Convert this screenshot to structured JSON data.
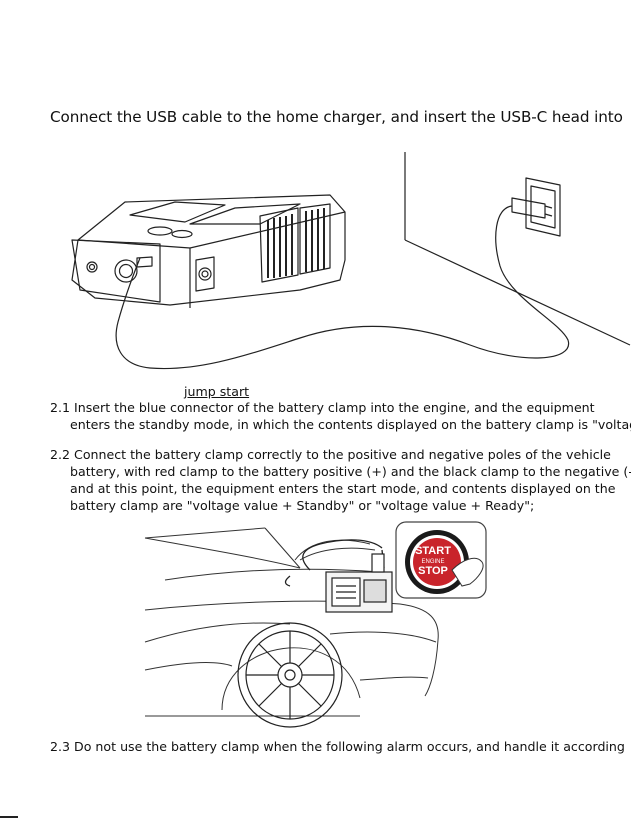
{
  "intro": "Connect the USB cable to the home charger, and insert the USB-C head into",
  "caption": "jump start",
  "step_2_1": {
    "lines": [
      "2.1 Insert the blue connector of the battery clamp into the engine, and the equipment",
      "enters the standby mode, in which the contents displayed on the battery clamp is \"voltage"
    ]
  },
  "step_2_2": {
    "lines": [
      "2.2 Connect the battery clamp correctly to the positive and negative poles of the vehicle",
      "battery, with red clamp to the battery positive (+) and the black clamp to the negative (-);",
      "and at this point, the equipment enters the start mode, and contents displayed on the",
      "battery clamp are \"voltage value + Standby\" or \"voltage value + Ready\";"
    ]
  },
  "step_2_3": {
    "lines": [
      "2.3 Do not use the battery clamp when the following alarm occurs, and handle it according"
    ]
  },
  "start_button": {
    "top": "START",
    "middle": "ENGINE",
    "bottom": "STOP"
  },
  "colors": {
    "text": "#111111",
    "line": "#222222",
    "button_face": "#c9242b"
  }
}
